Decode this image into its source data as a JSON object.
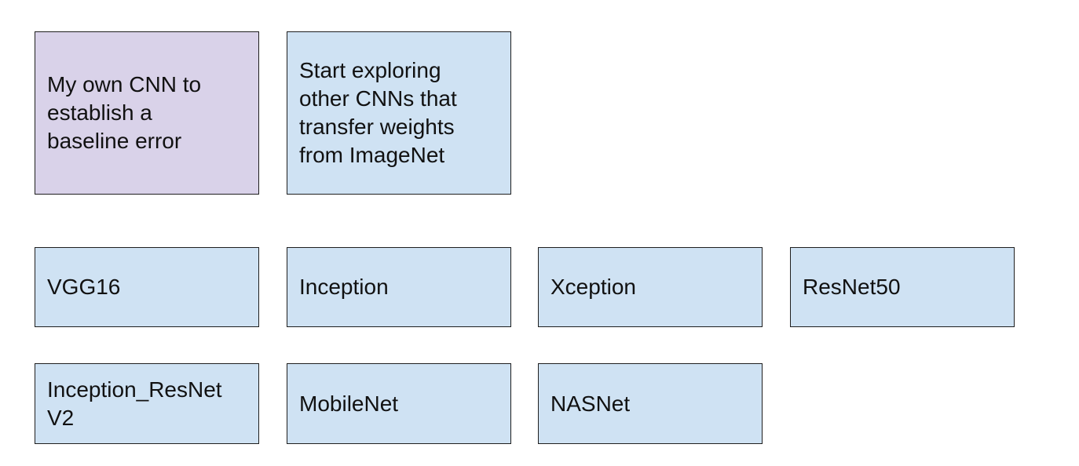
{
  "boxes": {
    "baseline": "My own CNN to\nestablish a\nbaseline error",
    "explore": "Start exploring\nother CNNs that\ntransfer weights\nfrom ImageNet",
    "vgg16": "VGG16",
    "inception": "Inception",
    "xception": "Xception",
    "resnet50": "ResNet50",
    "inception_resnet": "Inception_ResNet\nV2",
    "mobilenet": "MobileNet",
    "nasnet": "NASNet"
  },
  "colors": {
    "baseline_fill": "#d9d2e9",
    "model_fill": "#cfe2f3",
    "border": "#1f1f1f"
  }
}
